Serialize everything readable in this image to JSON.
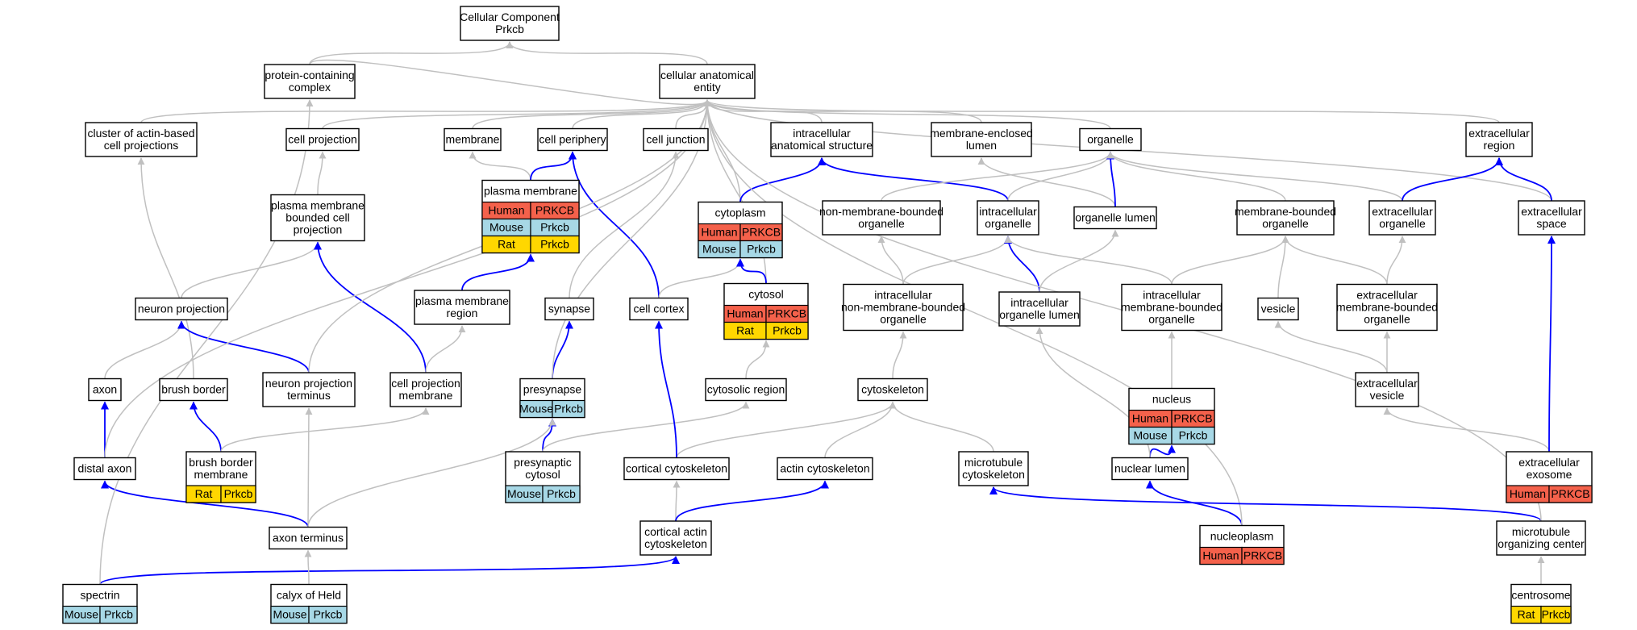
{
  "colors": {
    "Human": "#f4614b",
    "Mouse": "#a7d8e6",
    "Rat": "#ffd700",
    "is_a_edge": "#c0c0c0",
    "part_of_edge": "#0000ff"
  },
  "nodes": [
    {
      "id": "root",
      "lines": [
        "Cellular Component",
        "Prkcb"
      ]
    },
    {
      "id": "pcc",
      "lines": [
        "protein-containing",
        "complex"
      ]
    },
    {
      "id": "cae",
      "lines": [
        "cellular anatomical",
        "entity"
      ]
    },
    {
      "id": "cacp",
      "lines": [
        "cluster of actin-based",
        "cell projections"
      ]
    },
    {
      "id": "cproj",
      "lines": [
        "cell projection"
      ]
    },
    {
      "id": "membrane",
      "lines": [
        "membrane"
      ]
    },
    {
      "id": "cperiph",
      "lines": [
        "cell periphery"
      ]
    },
    {
      "id": "cjunc",
      "lines": [
        "cell junction"
      ]
    },
    {
      "id": "ias",
      "lines": [
        "intracellular",
        "anatomical structure"
      ]
    },
    {
      "id": "mel",
      "lines": [
        "membrane-enclosed",
        "lumen"
      ]
    },
    {
      "id": "organelle",
      "lines": [
        "organelle"
      ]
    },
    {
      "id": "ecr",
      "lines": [
        "extracellular",
        "region"
      ]
    },
    {
      "id": "pm",
      "lines": [
        "plasma membrane"
      ],
      "species": [
        [
          "Human",
          "PRKCB"
        ],
        [
          "Mouse",
          "Prkcb"
        ],
        [
          "Rat",
          "Prkcb"
        ]
      ]
    },
    {
      "id": "cytoplasm",
      "lines": [
        "cytoplasm"
      ],
      "species": [
        [
          "Human",
          "PRKCB"
        ],
        [
          "Mouse",
          "Prkcb"
        ]
      ]
    },
    {
      "id": "pmbcp",
      "lines": [
        "plasma membrane",
        "bounded cell",
        "projection"
      ]
    },
    {
      "id": "nmbo",
      "lines": [
        "non-membrane-bounded",
        "organelle"
      ]
    },
    {
      "id": "io",
      "lines": [
        "intracellular",
        "organelle"
      ]
    },
    {
      "id": "olumen",
      "lines": [
        "organelle lumen"
      ]
    },
    {
      "id": "mbo",
      "lines": [
        "membrane-bounded",
        "organelle"
      ]
    },
    {
      "id": "eco",
      "lines": [
        "extracellular",
        "organelle"
      ]
    },
    {
      "id": "ecs",
      "lines": [
        "extracellular",
        "space"
      ]
    },
    {
      "id": "cytosol",
      "lines": [
        "cytosol"
      ],
      "species": [
        [
          "Human",
          "PRKCB"
        ],
        [
          "Rat",
          "Prkcb"
        ]
      ]
    },
    {
      "id": "nproj",
      "lines": [
        "neuron projection"
      ]
    },
    {
      "id": "pmr",
      "lines": [
        "plasma membrane",
        "region"
      ]
    },
    {
      "id": "synapse",
      "lines": [
        "synapse"
      ]
    },
    {
      "id": "ccortex",
      "lines": [
        "cell cortex"
      ]
    },
    {
      "id": "inmbo",
      "lines": [
        "intracellular",
        "non-membrane-bounded",
        "organelle"
      ]
    },
    {
      "id": "iol",
      "lines": [
        "intracellular",
        "organelle lumen"
      ]
    },
    {
      "id": "imbo",
      "lines": [
        "intracellular",
        "membrane-bounded",
        "organelle"
      ]
    },
    {
      "id": "vesicle",
      "lines": [
        "vesicle"
      ]
    },
    {
      "id": "ecmbo",
      "lines": [
        "extracellular",
        "membrane-bounded",
        "organelle"
      ]
    },
    {
      "id": "axon",
      "lines": [
        "axon"
      ]
    },
    {
      "id": "bborder",
      "lines": [
        "brush border"
      ]
    },
    {
      "id": "npt",
      "lines": [
        "neuron projection",
        "terminus"
      ]
    },
    {
      "id": "cpm",
      "lines": [
        "cell projection",
        "membrane"
      ]
    },
    {
      "id": "presynapse",
      "lines": [
        "presynapse"
      ],
      "species": [
        [
          "Mouse",
          "Prkcb"
        ]
      ]
    },
    {
      "id": "cytreg",
      "lines": [
        "cytosolic region"
      ]
    },
    {
      "id": "cytoskel",
      "lines": [
        "cytoskeleton"
      ]
    },
    {
      "id": "nucleus",
      "lines": [
        "nucleus"
      ],
      "species": [
        [
          "Human",
          "PRKCB"
        ],
        [
          "Mouse",
          "Prkcb"
        ]
      ]
    },
    {
      "id": "ecv",
      "lines": [
        "extracellular",
        "vesicle"
      ]
    },
    {
      "id": "daxon",
      "lines": [
        "distal axon"
      ]
    },
    {
      "id": "bbm",
      "lines": [
        "brush border",
        "membrane"
      ],
      "species": [
        [
          "Rat",
          "Prkcb"
        ]
      ]
    },
    {
      "id": "pcyt",
      "lines": [
        "presynaptic",
        "cytosol"
      ],
      "species": [
        [
          "Mouse",
          "Prkcb"
        ]
      ]
    },
    {
      "id": "ccsk",
      "lines": [
        "cortical cytoskeleton"
      ]
    },
    {
      "id": "acsk",
      "lines": [
        "actin cytoskeleton"
      ]
    },
    {
      "id": "mtsk",
      "lines": [
        "microtubule",
        "cytoskeleton"
      ]
    },
    {
      "id": "nlumen",
      "lines": [
        "nuclear lumen"
      ]
    },
    {
      "id": "ece",
      "lines": [
        "extracellular",
        "exosome"
      ],
      "species": [
        [
          "Human",
          "PRKCB"
        ]
      ]
    },
    {
      "id": "aterm",
      "lines": [
        "axon terminus"
      ]
    },
    {
      "id": "cacsk",
      "lines": [
        "cortical actin",
        "cytoskeleton"
      ]
    },
    {
      "id": "nplasm",
      "lines": [
        "nucleoplasm"
      ],
      "species": [
        [
          "Human",
          "PRKCB"
        ]
      ]
    },
    {
      "id": "mtoc",
      "lines": [
        "microtubule",
        "organizing center"
      ]
    },
    {
      "id": "spectrin",
      "lines": [
        "spectrin"
      ],
      "species": [
        [
          "Mouse",
          "Prkcb"
        ]
      ]
    },
    {
      "id": "calyx",
      "lines": [
        "calyx of Held"
      ],
      "species": [
        [
          "Mouse",
          "Prkcb"
        ]
      ]
    },
    {
      "id": "centrosome",
      "lines": [
        "centrosome"
      ],
      "species": [
        [
          "Rat",
          "Prkcb"
        ]
      ]
    }
  ],
  "edges": [
    [
      "pcc",
      "root",
      "is_a"
    ],
    [
      "cae",
      "root",
      "is_a"
    ],
    [
      "pcc",
      "cae",
      "is_a"
    ],
    [
      "cacp",
      "cae",
      "is_a"
    ],
    [
      "cproj",
      "cae",
      "is_a"
    ],
    [
      "membrane",
      "cae",
      "is_a"
    ],
    [
      "cperiph",
      "cae",
      "is_a"
    ],
    [
      "cjunc",
      "cae",
      "is_a"
    ],
    [
      "ias",
      "cae",
      "is_a"
    ],
    [
      "mel",
      "cae",
      "is_a"
    ],
    [
      "organelle",
      "cae",
      "is_a"
    ],
    [
      "ecr",
      "cae",
      "is_a"
    ],
    [
      "cytoplasm",
      "cae",
      "is_a"
    ],
    [
      "ecs",
      "cae",
      "is_a"
    ],
    [
      "cytosol",
      "cae",
      "is_a"
    ],
    [
      "pmbcp",
      "cproj",
      "is_a"
    ],
    [
      "pm",
      "membrane",
      "is_a"
    ],
    [
      "pm",
      "cperiph",
      "part_of"
    ],
    [
      "cytoplasm",
      "ias",
      "part_of"
    ],
    [
      "io",
      "ias",
      "part_of"
    ],
    [
      "olumen",
      "mel",
      "is_a"
    ],
    [
      "nmbo",
      "organelle",
      "is_a"
    ],
    [
      "io",
      "organelle",
      "is_a"
    ],
    [
      "olumen",
      "organelle",
      "part_of"
    ],
    [
      "mbo",
      "organelle",
      "is_a"
    ],
    [
      "eco",
      "organelle",
      "is_a"
    ],
    [
      "eco",
      "ecr",
      "part_of"
    ],
    [
      "ecs",
      "ecr",
      "part_of"
    ],
    [
      "nproj",
      "pmbcp",
      "is_a"
    ],
    [
      "cpm",
      "pmbcp",
      "part_of"
    ],
    [
      "pmr",
      "pm",
      "part_of"
    ],
    [
      "synapse",
      "cjunc",
      "is_a"
    ],
    [
      "ccortex",
      "cperiph",
      "part_of"
    ],
    [
      "ccortex",
      "cytoplasm",
      "is_a"
    ],
    [
      "cytosol",
      "cytoplasm",
      "part_of"
    ],
    [
      "inmbo",
      "nmbo",
      "is_a"
    ],
    [
      "inmbo",
      "io",
      "is_a"
    ],
    [
      "iol",
      "io",
      "part_of"
    ],
    [
      "iol",
      "olumen",
      "is_a"
    ],
    [
      "imbo",
      "io",
      "is_a"
    ],
    [
      "imbo",
      "mbo",
      "is_a"
    ],
    [
      "vesicle",
      "mbo",
      "is_a"
    ],
    [
      "ecmbo",
      "mbo",
      "is_a"
    ],
    [
      "ecmbo",
      "eco",
      "is_a"
    ],
    [
      "axon",
      "nproj",
      "is_a"
    ],
    [
      "bborder",
      "cacp",
      "is_a"
    ],
    [
      "npt",
      "nproj",
      "part_of"
    ],
    [
      "npt",
      "cae",
      "is_a"
    ],
    [
      "cpm",
      "pmr",
      "is_a"
    ],
    [
      "presynapse",
      "synapse",
      "part_of"
    ],
    [
      "presynapse",
      "cae",
      "is_a"
    ],
    [
      "cytreg",
      "cytosol",
      "is_a"
    ],
    [
      "cytoskel",
      "inmbo",
      "is_a"
    ],
    [
      "nucleus",
      "imbo",
      "is_a"
    ],
    [
      "ecv",
      "vesicle",
      "is_a"
    ],
    [
      "ecv",
      "ecmbo",
      "is_a"
    ],
    [
      "daxon",
      "axon",
      "part_of"
    ],
    [
      "daxon",
      "cae",
      "is_a"
    ],
    [
      "bbm",
      "bborder",
      "part_of"
    ],
    [
      "bbm",
      "cpm",
      "is_a"
    ],
    [
      "pcyt",
      "presynapse",
      "part_of"
    ],
    [
      "pcyt",
      "cytreg",
      "is_a"
    ],
    [
      "ccsk",
      "cytoskel",
      "is_a"
    ],
    [
      "ccsk",
      "ccortex",
      "part_of"
    ],
    [
      "acsk",
      "cytoskel",
      "is_a"
    ],
    [
      "mtsk",
      "cytoskel",
      "is_a"
    ],
    [
      "nlumen",
      "nucleus",
      "part_of"
    ],
    [
      "nlumen",
      "iol",
      "is_a"
    ],
    [
      "ece",
      "ecv",
      "is_a"
    ],
    [
      "ece",
      "ecs",
      "part_of"
    ],
    [
      "aterm",
      "npt",
      "is_a"
    ],
    [
      "aterm",
      "daxon",
      "part_of"
    ],
    [
      "aterm",
      "presynapse",
      "is_a"
    ],
    [
      "cacsk",
      "ccsk",
      "is_a"
    ],
    [
      "cacsk",
      "acsk",
      "part_of"
    ],
    [
      "nplasm",
      "nlumen",
      "part_of"
    ],
    [
      "nplasm",
      "cae",
      "is_a"
    ],
    [
      "mtoc",
      "mtsk",
      "part_of"
    ],
    [
      "mtoc",
      "cae",
      "is_a"
    ],
    [
      "spectrin",
      "cacsk",
      "part_of"
    ],
    [
      "spectrin",
      "pcc",
      "is_a"
    ],
    [
      "calyx",
      "aterm",
      "is_a"
    ],
    [
      "centrosome",
      "mtoc",
      "is_a"
    ]
  ]
}
